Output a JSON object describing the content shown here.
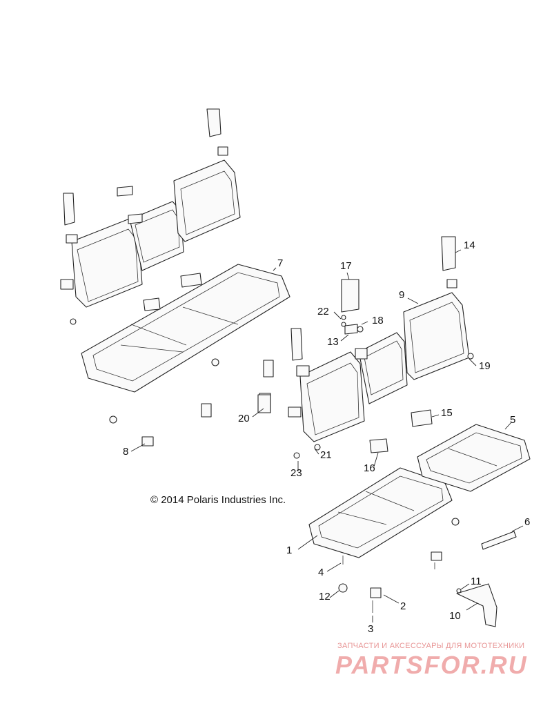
{
  "copyright": "© 2014 Polaris Industries Inc.",
  "watermark": {
    "tagline": "ЗАПЧАСТИ И АКСЕССУАРЫ ДЛЯ МОТОТЕХНИКИ",
    "brand": "PARTSFOR.RU"
  },
  "callouts": [
    "1",
    "2",
    "3",
    "4",
    "5",
    "6",
    "7",
    "8",
    "9",
    "10",
    "11",
    "12",
    "13",
    "14",
    "15",
    "16",
    "17",
    "18",
    "19",
    "20",
    "21",
    "22",
    "23"
  ]
}
